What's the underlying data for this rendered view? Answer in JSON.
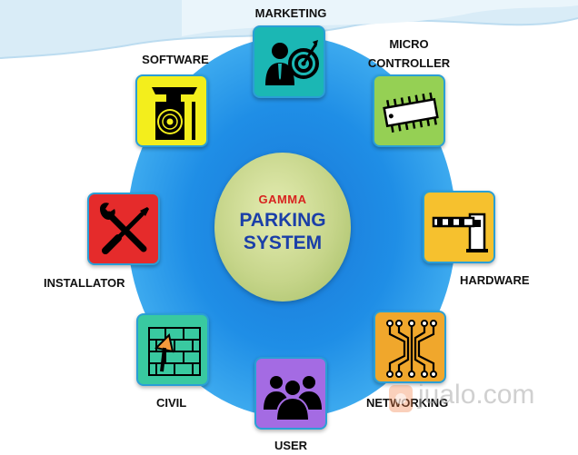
{
  "hub": {
    "subtitle": "GAMMA",
    "title_line1": "PARKING",
    "title_line2": "SYSTEM"
  },
  "nodes": [
    {
      "id": "marketing",
      "label": "MARKETING",
      "color": "#1bb7b4",
      "icon": "businessman-target-icon"
    },
    {
      "id": "microcontroller",
      "label_line1": "MICRO",
      "label_line2": "CONTROLLER",
      "color": "#95d054",
      "icon": "microchip-icon"
    },
    {
      "id": "hardware",
      "label": "HARDWARE",
      "color": "#f6c12e",
      "icon": "parking-barrier-icon"
    },
    {
      "id": "networking",
      "label": "NETWORKING",
      "color": "#f0a72c",
      "icon": "circuit-board-icon"
    },
    {
      "id": "user",
      "label": "USER",
      "color": "#a46be3",
      "icon": "users-group-icon"
    },
    {
      "id": "civil",
      "label": "CIVIL",
      "color": "#39c9a0",
      "icon": "brick-wall-trowel-icon"
    },
    {
      "id": "installator",
      "label": "INSTALLATOR",
      "color": "#e52b2b",
      "icon": "wrench-screwdriver-icon"
    },
    {
      "id": "software",
      "label": "SOFTWARE",
      "color": "#f3ee1c",
      "icon": "software-disc-icon"
    }
  ],
  "watermark": {
    "text": "jualo.com"
  }
}
